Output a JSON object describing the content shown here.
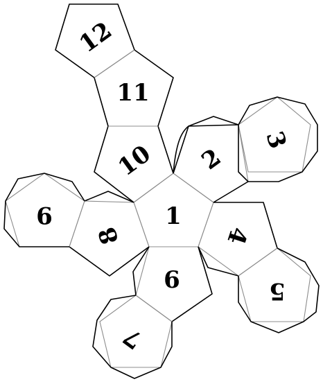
{
  "diagram": {
    "type": "dodecahedron-net",
    "faces": [
      {
        "id": "1",
        "label": "1"
      },
      {
        "id": "2",
        "label": "2"
      },
      {
        "id": "3",
        "label": "3"
      },
      {
        "id": "4",
        "label": "4"
      },
      {
        "id": "5",
        "label": "5"
      },
      {
        "id": "6",
        "label": "6"
      },
      {
        "id": "7",
        "label": "7"
      },
      {
        "id": "8",
        "label": "8"
      },
      {
        "id": "9",
        "label": "9"
      },
      {
        "id": "10",
        "label": "10"
      },
      {
        "id": "11",
        "label": "11"
      },
      {
        "id": "12",
        "label": "12"
      }
    ],
    "colors": {
      "cut_line": "#000000",
      "fold_line": "#8c8c8c",
      "background": "#ffffff"
    }
  }
}
